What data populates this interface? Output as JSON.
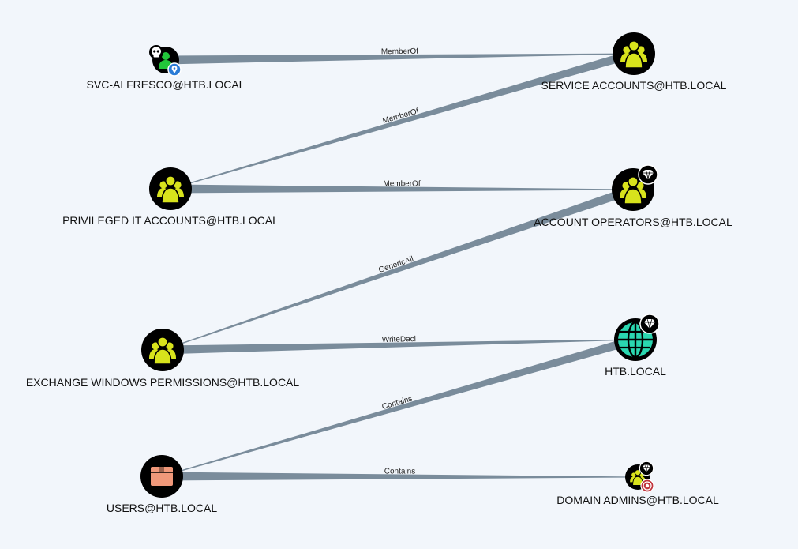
{
  "colors": {
    "background": "#f2f6fb",
    "edge": "#7a8c9b",
    "node_bg": "#000000",
    "group_person": "#d8e31c",
    "user_person": "#22c53a",
    "domain_globe": "#2ad7b0",
    "ou_box": "#f0987a",
    "high_value_badge": "#000000",
    "owned_badge": "#ffffff",
    "target_badge": "#c0343c",
    "starred_badge": "#2a7bd6"
  },
  "nodes": [
    {
      "id": "svc_alfresco",
      "label": "SVC-ALFRESCO@HTB.LOCAL",
      "type": "user",
      "icon": "user-icon",
      "badges": [
        "skull-icon",
        "pin-icon"
      ]
    },
    {
      "id": "service_accounts",
      "label": "SERVICE ACCOUNTS@HTB.LOCAL",
      "type": "group",
      "icon": "group-icon",
      "badges": []
    },
    {
      "id": "privileged_it",
      "label": "PRIVILEGED IT ACCOUNTS@HTB.LOCAL",
      "type": "group",
      "icon": "group-icon",
      "badges": []
    },
    {
      "id": "account_operators",
      "label": "ACCOUNT OPERATORS@HTB.LOCAL",
      "type": "group",
      "icon": "group-icon",
      "badges": [
        "diamond-icon"
      ]
    },
    {
      "id": "exchange_windows",
      "label": "EXCHANGE WINDOWS PERMISSIONS@HTB.LOCAL",
      "type": "group",
      "icon": "group-icon",
      "badges": []
    },
    {
      "id": "htb_local",
      "label": "HTB.LOCAL",
      "type": "domain",
      "icon": "globe-icon",
      "badges": [
        "diamond-icon"
      ]
    },
    {
      "id": "users",
      "label": "USERS@HTB.LOCAL",
      "type": "container",
      "icon": "box-icon",
      "badges": []
    },
    {
      "id": "domain_admins",
      "label": "DOMAIN ADMINS@HTB.LOCAL",
      "type": "group",
      "icon": "group-icon",
      "badges": [
        "diamond-icon",
        "target-icon"
      ]
    }
  ],
  "edges": [
    {
      "from": "svc_alfresco",
      "to": "service_accounts",
      "label": "MemberOf"
    },
    {
      "from": "privileged_it",
      "to": "service_accounts",
      "label": "MemberOf"
    },
    {
      "from": "privileged_it",
      "to": "account_operators",
      "label": "MemberOf"
    },
    {
      "from": "exchange_windows",
      "to": "account_operators",
      "label": "GenericAll"
    },
    {
      "from": "exchange_windows",
      "to": "htb_local",
      "label": "WriteDacl"
    },
    {
      "from": "users",
      "to": "htb_local",
      "label": "Contains"
    },
    {
      "from": "users",
      "to": "domain_admins",
      "label": "Contains"
    }
  ]
}
